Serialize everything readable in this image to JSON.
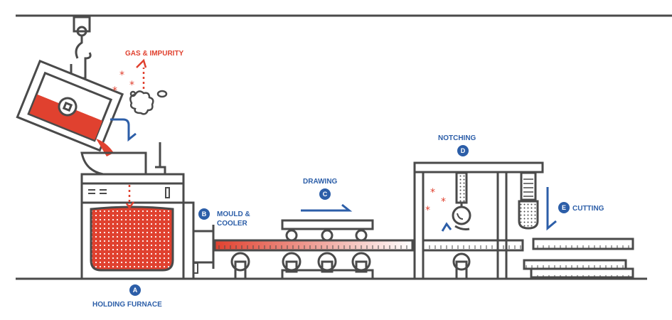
{
  "title": "Continuous casting process",
  "colors": {
    "line": "#4a4a4a",
    "metal": "#e0412f",
    "accent": "#2c5ea8"
  },
  "labels": {
    "gas": "GAS & IMPURITY",
    "a_letter": "A",
    "a_label": "HOLDING FURNACE",
    "b_letter": "B",
    "b_label_1": "MOULD &",
    "b_label_2": "COOLER",
    "c_letter": "C",
    "c_label": "DRAWING",
    "d_letter": "D",
    "d_label": "NOTCHING",
    "e_letter": "E",
    "e_label": "CUTTING"
  }
}
